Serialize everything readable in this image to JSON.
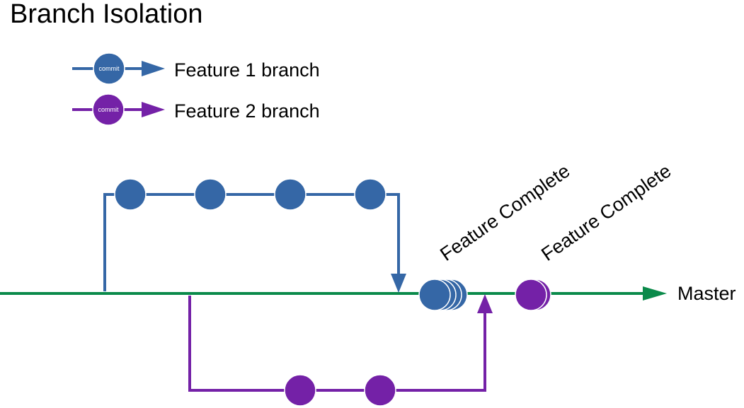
{
  "title": "Branch Isolation",
  "colors": {
    "feature1": "#3567a6",
    "feature2": "#7421a7",
    "master": "#0a8a4a",
    "commit_stroke": "#ffffff"
  },
  "legend": {
    "feature1": {
      "commit_label": "commit",
      "label": "Feature 1 branch"
    },
    "feature2": {
      "commit_label": "commit",
      "label": "Feature 2 branch"
    }
  },
  "master": {
    "label": "Master"
  },
  "feature1_branch": {
    "commit_count": 4,
    "complete_label": "Feature Complete"
  },
  "feature2_branch": {
    "commit_count": 2,
    "complete_label": "Feature Complete"
  }
}
